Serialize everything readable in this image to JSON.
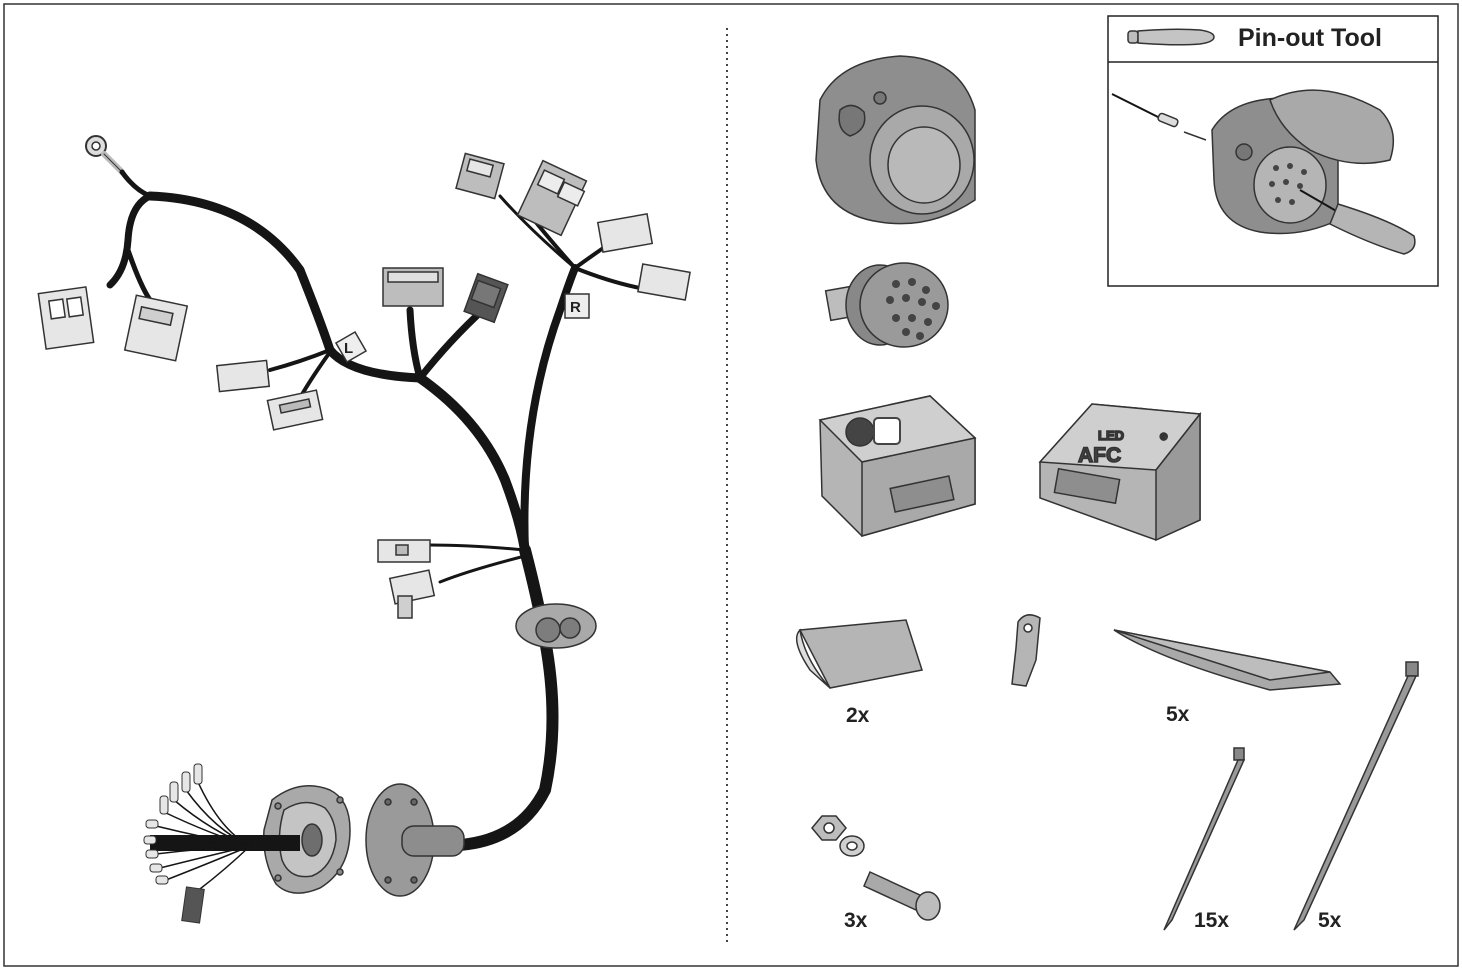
{
  "pinout_tool": {
    "title": "Pin-out Tool"
  },
  "harness": {
    "left_tag": "L",
    "right_tag": "R"
  },
  "module_logos": {
    "afc_led": "LED",
    "afc_letters": "AFC",
    "registered": "®"
  },
  "quantities": {
    "adhesive_pad": "2x",
    "foam_strip": "5x",
    "screw_set": "3x",
    "cable_tie_small": "15x",
    "cable_tie_large": "5x"
  },
  "colors": {
    "wire": "#151515",
    "part_gray": "#9a9a9a",
    "part_dark": "#6e6e6e",
    "connector_light": "#e6e6e6",
    "frame": "#333333"
  }
}
